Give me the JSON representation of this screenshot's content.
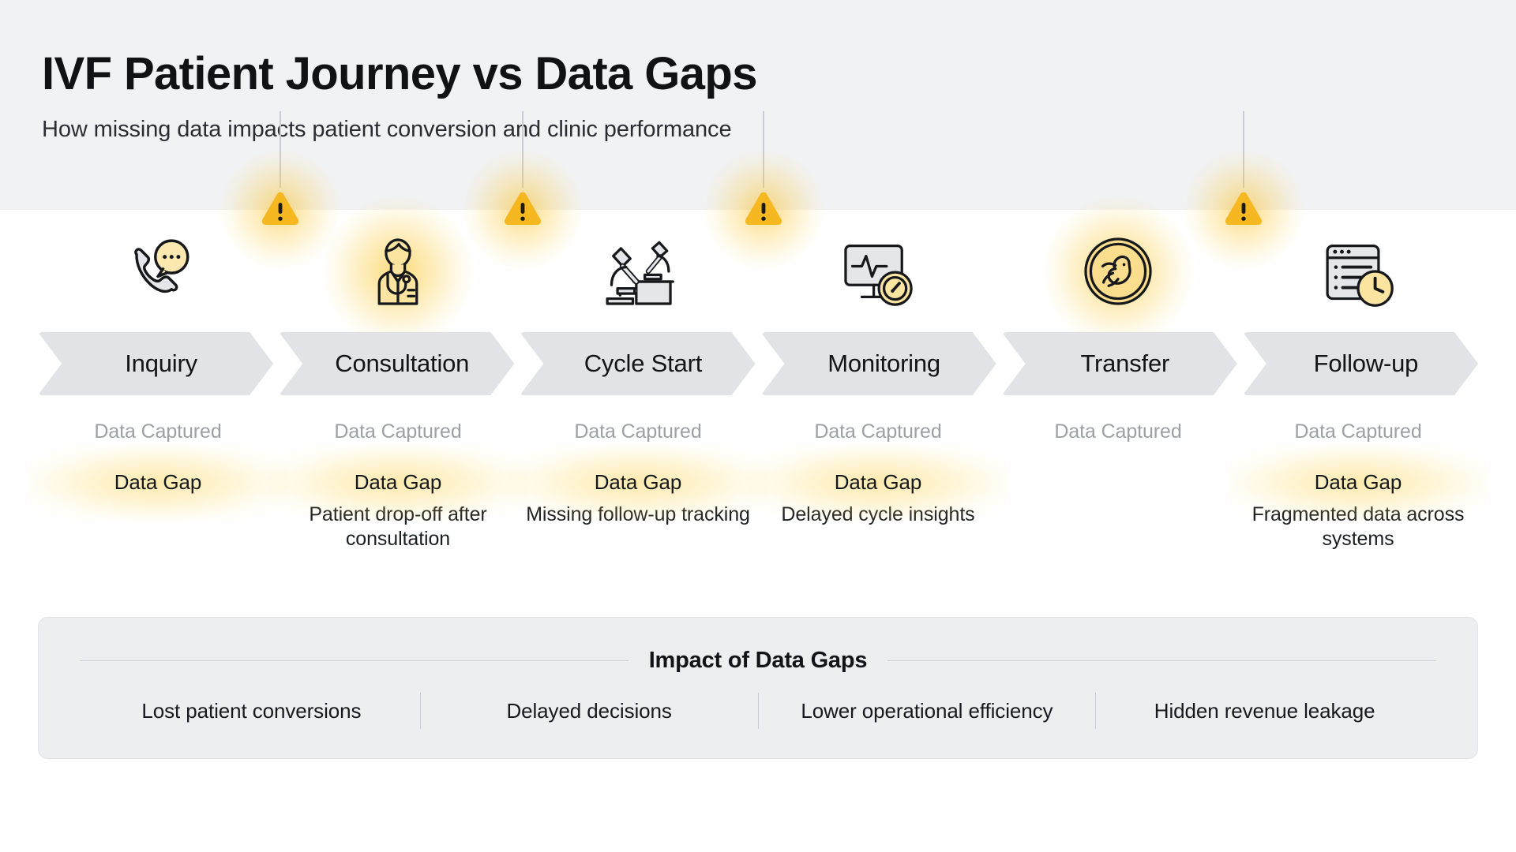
{
  "header": {
    "title": "IVF Patient Journey vs Data Gaps",
    "subtitle": "How missing data impacts patient conversion and clinic performance"
  },
  "colors": {
    "header_band": "#f1f2f4",
    "chevron": "#e1e3e7",
    "warning_amber": "#f5b820",
    "glow_yellow": "#fac314",
    "muted_text": "#9ca0a6",
    "panel_bg": "#eceef0"
  },
  "stages": [
    {
      "label": "Inquiry",
      "icon": "phone-chat-icon",
      "icon_highlighted": false,
      "captured_label": "Data Captured",
      "gap_label": "Data Gap",
      "gap_desc": ""
    },
    {
      "label": "Consultation",
      "icon": "doctor-stethoscope-icon",
      "icon_highlighted": true,
      "captured_label": "Data Captured",
      "gap_label": "Data Gap",
      "gap_desc": "Patient drop-off after consultation"
    },
    {
      "label": "Cycle Start",
      "icon": "microscope-lab-icon",
      "icon_highlighted": false,
      "captured_label": "Data Captured",
      "gap_label": "Data Gap",
      "gap_desc": "Missing follow-up tracking"
    },
    {
      "label": "Monitoring",
      "icon": "monitor-heartbeat-gauge-icon",
      "icon_highlighted": false,
      "captured_label": "Data Captured",
      "gap_label": "Data Gap",
      "gap_desc": "Delayed cycle insights"
    },
    {
      "label": "Transfer",
      "icon": "embryo-circle-icon",
      "icon_highlighted": true,
      "captured_label": "Data Captured",
      "gap_label": "",
      "gap_desc": ""
    },
    {
      "label": "Follow-up",
      "icon": "checklist-clock-icon",
      "icon_highlighted": false,
      "captured_label": "Data Captured",
      "gap_label": "Data Gap",
      "gap_desc": "Fragmented data across systems"
    }
  ],
  "warnings": [
    {
      "name": "warning-marker-1",
      "glyph": "!",
      "after_stage": "Inquiry"
    },
    {
      "name": "warning-marker-2",
      "glyph": "!",
      "after_stage": "Consultation"
    },
    {
      "name": "warning-marker-3",
      "glyph": "!",
      "after_stage": "Cycle Start"
    },
    {
      "name": "warning-marker-4",
      "glyph": "!",
      "after_stage": "Transfer"
    }
  ],
  "impact": {
    "title": "Impact of Data Gaps",
    "items": [
      "Lost patient conversions",
      "Delayed decisions",
      "Lower operational efficiency",
      "Hidden revenue leakage"
    ]
  }
}
